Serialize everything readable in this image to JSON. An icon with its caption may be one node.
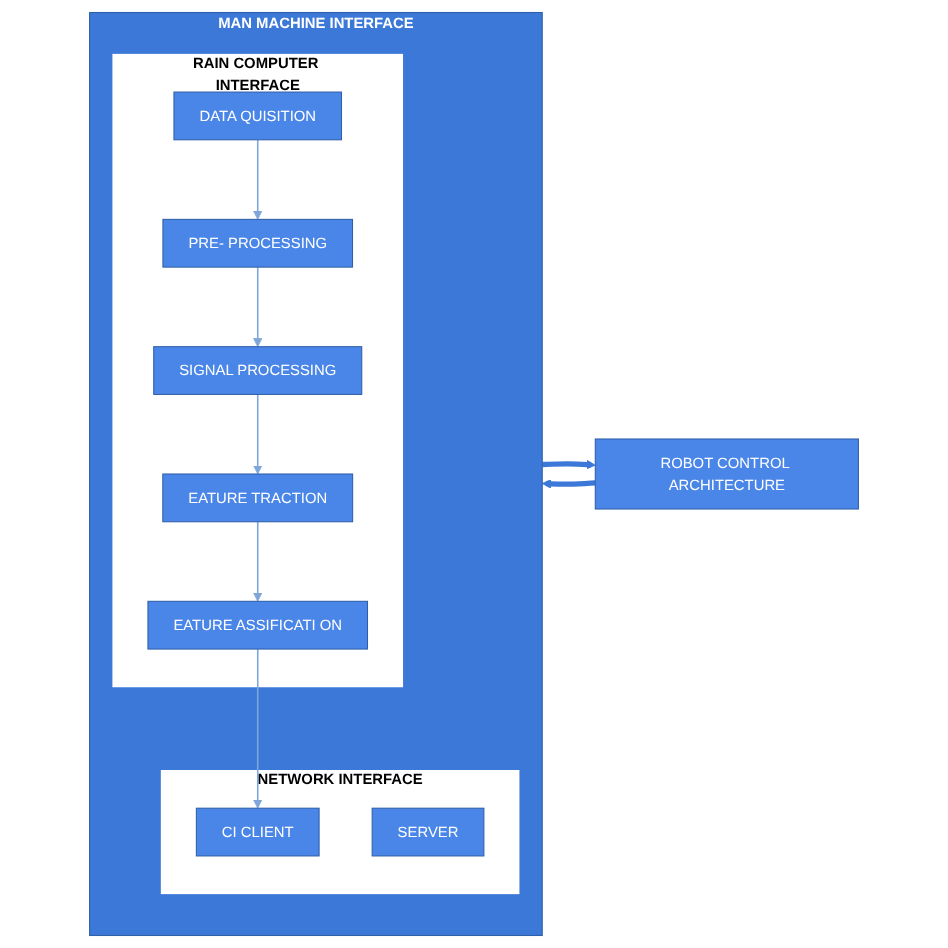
{
  "diagram": {
    "nodes": [
      {
        "text": [
          "MAN MACHINE INTERFACE"
        ]
      },
      {
        "text": [
          "RAIN COMPUTER INTERFACE"
        ],
        "in": 0
      },
      {
        "text": [
          "DATA QUISITION"
        ],
        "in": 1
      },
      {
        "text": [
          "PRE- PROCESSING"
        ],
        "in": 1
      },
      {
        "text": [
          "EATURE TRACTION"
        ],
        "in": 1
      },
      {
        "text": [
          "SIGNAL PROCESSING"
        ],
        "in": 1
      },
      {
        "text": [
          "EATURE ASSIFICATI ON"
        ],
        "in": 1
      },
      {
        "text": [
          "NETWORK INTERFACE"
        ],
        "in": 0
      },
      {
        "text": [
          "CI CLIENT"
        ],
        "in": 7
      },
      {
        "text": [
          "SERVER"
        ],
        "in": 7
      },
      {
        "text": [
          "ROBOT CONTROL ARCHITECTURE"
        ]
      }
    ],
    "edges": [
      {
        "from": 2,
        "to": 3,
        "arrow": "to"
      },
      {
        "from": 3,
        "to": 5,
        "arrow": "to"
      },
      {
        "from": 5,
        "to": 4,
        "arrow": "to"
      },
      {
        "from": 4,
        "to": 6,
        "arrow": "to"
      },
      {
        "from": 6,
        "to": 8,
        "arrow": "to"
      },
      {
        "from": 10,
        "to": 0,
        "arrow": "to",
        "style": "thick",
        "color": "#3c78d8"
      },
      {
        "from": 0,
        "to": 10,
        "arrow": "to",
        "style": "thick",
        "color": "#3c78d8"
      }
    ]
  }
}
